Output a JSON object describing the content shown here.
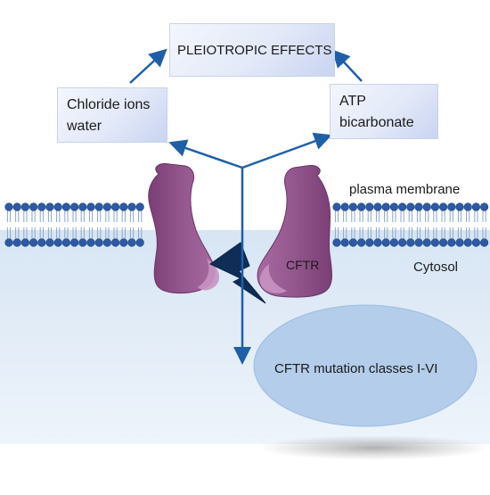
{
  "diagram": {
    "top_box": {
      "label": "PLEIOTROPIC EFFECTS"
    },
    "left_box": {
      "line1": "Chloride ions",
      "line2": "water"
    },
    "right_box": {
      "line1": "ATP",
      "line2": "bicarbonate"
    },
    "membrane_label": "plasma membrane",
    "cytosol_label": "Cytosol",
    "protein_label": "CFTR",
    "mutation_label": "CFTR mutation classes I-VI"
  },
  "colors": {
    "arrow": "#1f5fa8",
    "protein": "#8e5289",
    "protein_highlight": "#c893c3",
    "phospholipid_head": "#2e5aa3",
    "cytosol": "#dde8f5",
    "ellipse": "#b3cdea",
    "lightning": "#0f2d56"
  }
}
